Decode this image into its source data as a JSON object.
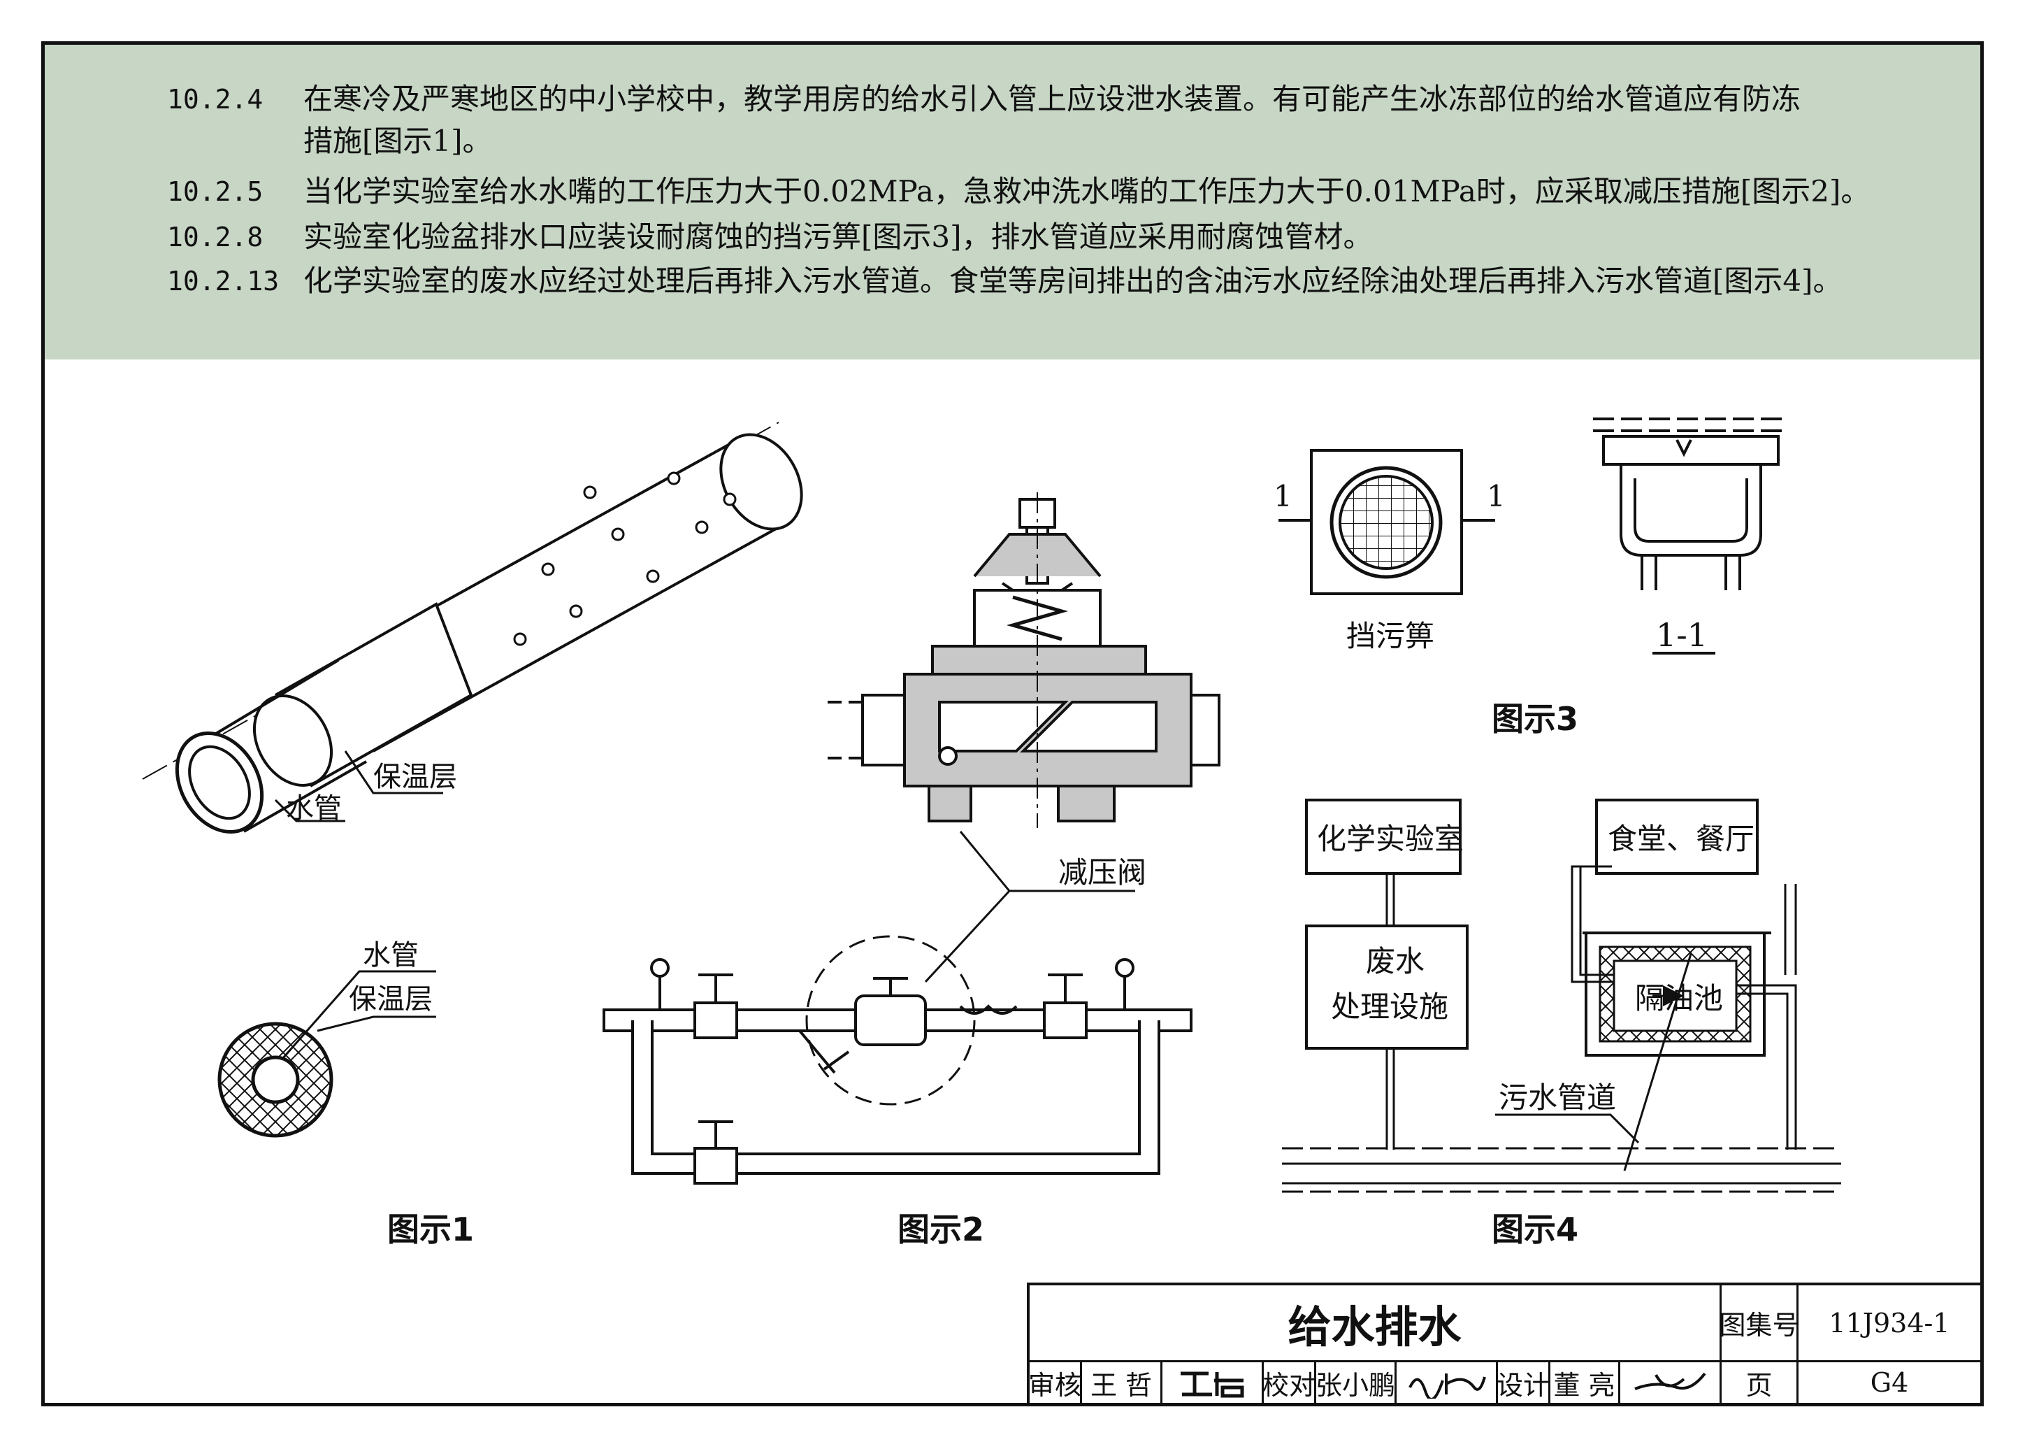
{
  "clauses": [
    {
      "num": "10.2.4",
      "line1": "在寒冷及严寒地区的中小学校中，教学用房的给水引入管上应设泄水装置。有可能产生冰冻部位的给水管道应有防冻",
      "line2": "措施[图示1]。"
    },
    {
      "num": "10.2.5",
      "line1": "当化学实验室给水水嘴的工作压力大于0.02MPa，急救冲洗水嘴的工作压力大于0.01MPa时，应采取减压措施[图示2]。"
    },
    {
      "num": "10.2.8",
      "line1": "实验室化验盆排水口应装设耐腐蚀的挡污箅[图示3]，排水管道应采用耐腐蚀管材。"
    },
    {
      "num": "10.2.13",
      "line1": "化学实验室的废水应经过处理后再排入污水管道。食堂等房间排出的含油污水应经除油处理后再排入污水管道[图示4]。"
    }
  ],
  "fig1": {
    "insulation": "保温层",
    "pipe": "水管",
    "pipe2": "水管",
    "insulation2": "保温层",
    "caption": "图示1"
  },
  "fig2": {
    "valve": "减压阀",
    "caption": "图示2"
  },
  "fig3": {
    "mark_left": "1",
    "mark_right": "1",
    "strainer": "挡污箅",
    "section": "1-1",
    "caption": "图示3"
  },
  "fig4": {
    "lab": "化学实验室",
    "canteen": "食堂、餐厅",
    "treat1": "废水",
    "treat2": "处理设施",
    "trap": "隔油池",
    "sewer": "污水管道",
    "caption": "图示4"
  },
  "titleblock": {
    "title": "给水排水",
    "atlas_label": "图集号",
    "atlas_no": "11J934-1",
    "review_label": "审核",
    "reviewer": "王 哲",
    "check_label": "校对",
    "checker": "张小鹏",
    "design_label": "设计",
    "designer": "董 亮",
    "page_label": "页",
    "page_no": "G4"
  }
}
